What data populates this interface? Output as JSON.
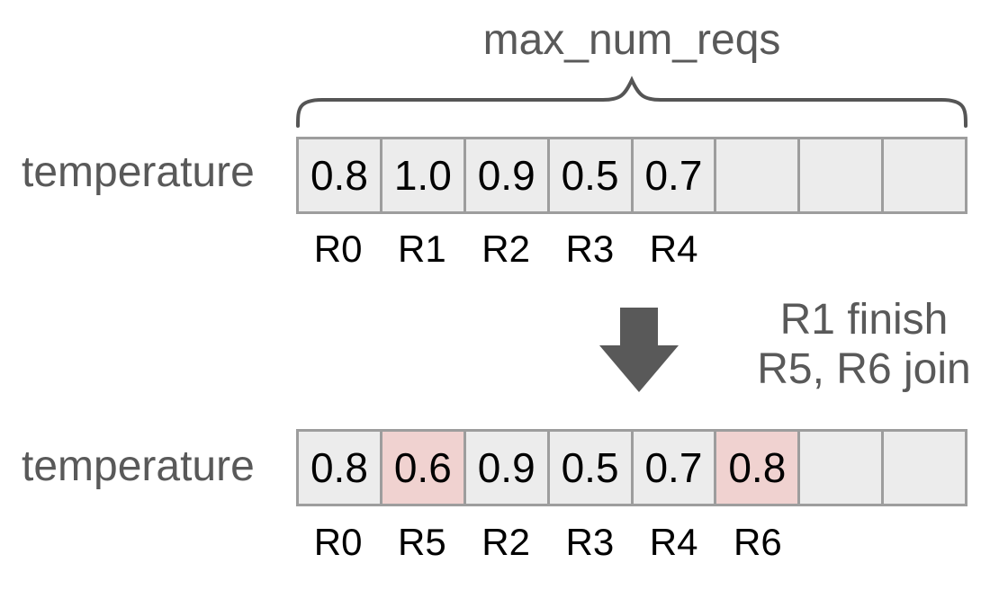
{
  "brace_label": "max_num_reqs",
  "before": {
    "row_label": "temperature",
    "cells": [
      {
        "value": "0.8",
        "highlighted": false
      },
      {
        "value": "1.0",
        "highlighted": false
      },
      {
        "value": "0.9",
        "highlighted": false
      },
      {
        "value": "0.5",
        "highlighted": false
      },
      {
        "value": "0.7",
        "highlighted": false
      },
      {
        "value": "",
        "highlighted": false
      },
      {
        "value": "",
        "highlighted": false
      },
      {
        "value": "",
        "highlighted": false
      }
    ],
    "request_labels": [
      "R0",
      "R1",
      "R2",
      "R3",
      "R4",
      "",
      "",
      ""
    ]
  },
  "transition": {
    "arrow_icon": "down-arrow-icon",
    "line1": "R1 finish",
    "line2": "R5, R6 join"
  },
  "after": {
    "row_label": "temperature",
    "cells": [
      {
        "value": "0.8",
        "highlighted": false
      },
      {
        "value": "0.6",
        "highlighted": true
      },
      {
        "value": "0.9",
        "highlighted": false
      },
      {
        "value": "0.5",
        "highlighted": false
      },
      {
        "value": "0.7",
        "highlighted": false
      },
      {
        "value": "0.8",
        "highlighted": true
      },
      {
        "value": "",
        "highlighted": false
      },
      {
        "value": "",
        "highlighted": false
      }
    ],
    "request_labels": [
      "R0",
      "R5",
      "R2",
      "R3",
      "R4",
      "R6",
      "",
      ""
    ]
  },
  "colors": {
    "cell_bg": "#ececec",
    "cell_highlight_bg": "#f0d2d0",
    "cell_border": "#9d9d9d",
    "annotation_gray": "#595959",
    "value_color": "#000000"
  }
}
